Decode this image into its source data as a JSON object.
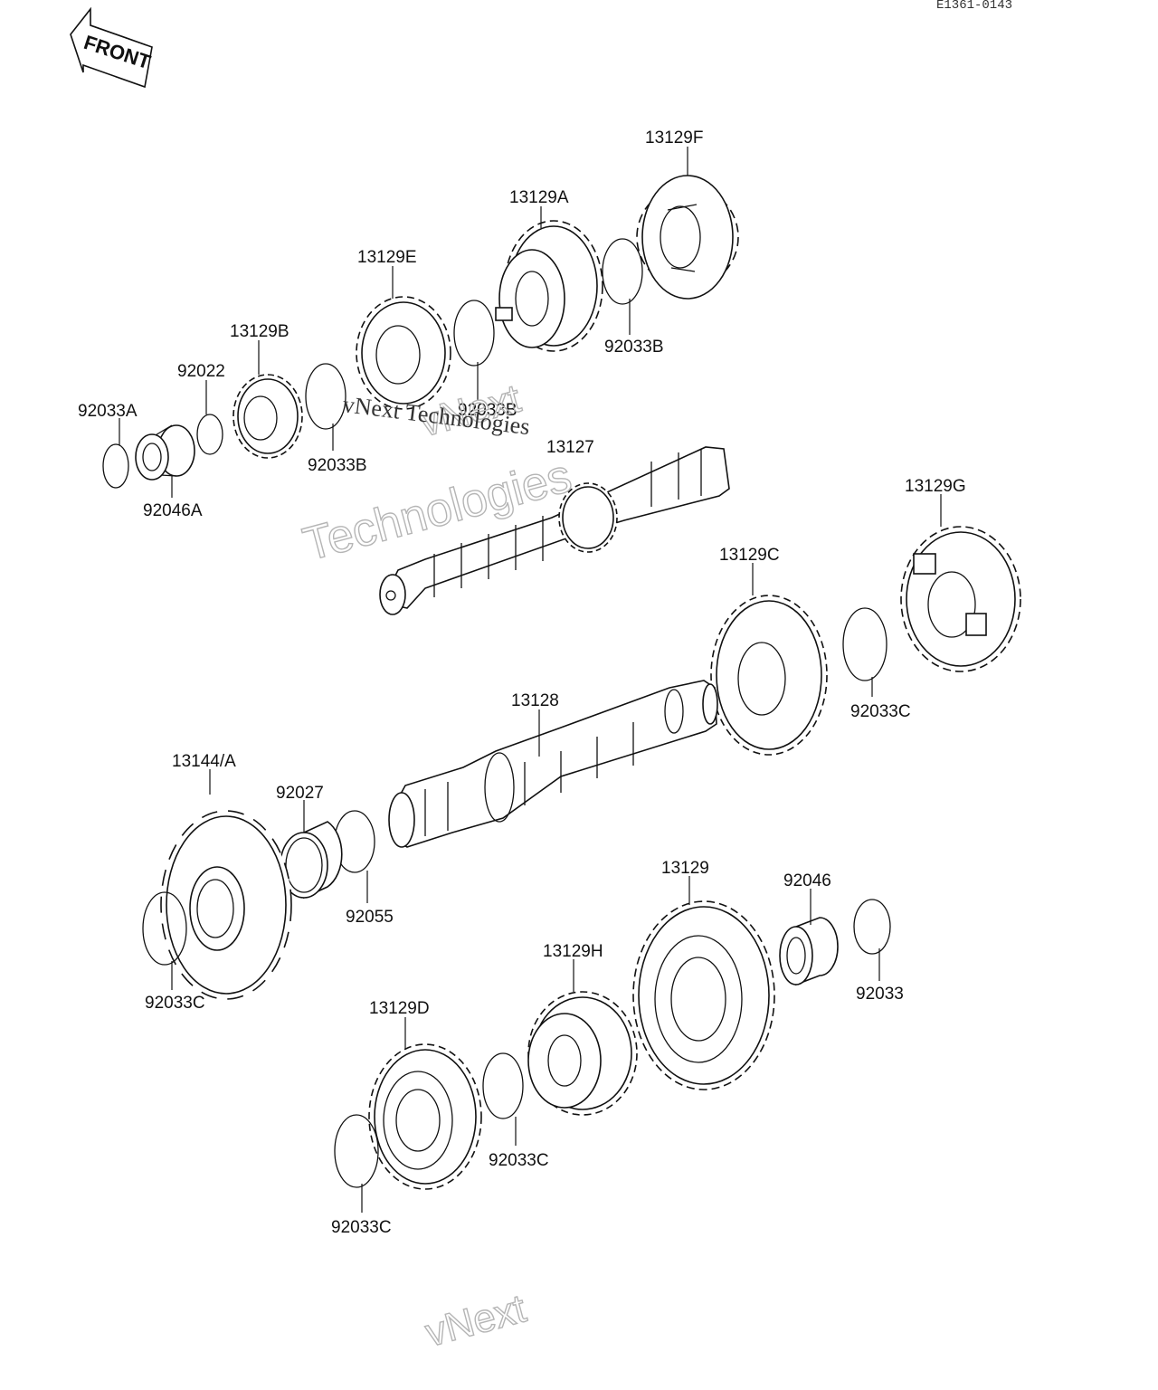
{
  "drawing_code": "E1361-0143",
  "front_label": "FRONT",
  "watermarks": {
    "line1": "vNext",
    "line2": "Technologies",
    "line3": "vNext Technologies",
    "bottom": "vNext"
  },
  "parts": {
    "p13129F": "13129F",
    "p13129A": "13129A",
    "p13129E": "13129E",
    "p92033B_1": "92033B",
    "p92033B_2": "92033B",
    "p92033B_3": "92033B",
    "p13129B": "13129B",
    "p92022": "92022",
    "p92033A": "92033A",
    "p92046A": "92046A",
    "p13127": "13127",
    "p13129G": "13129G",
    "p13129C": "13129C",
    "p92033C_1": "92033C",
    "p13128": "13128",
    "p13144A": "13144/A",
    "p92027": "92027",
    "p92055": "92055",
    "p92033C_2": "92033C",
    "p13129": "13129",
    "p92046": "92046",
    "p92033": "92033",
    "p13129H": "13129H",
    "p13129D": "13129D",
    "p92033C_3": "92033C",
    "p92033C_4": "92033C"
  }
}
